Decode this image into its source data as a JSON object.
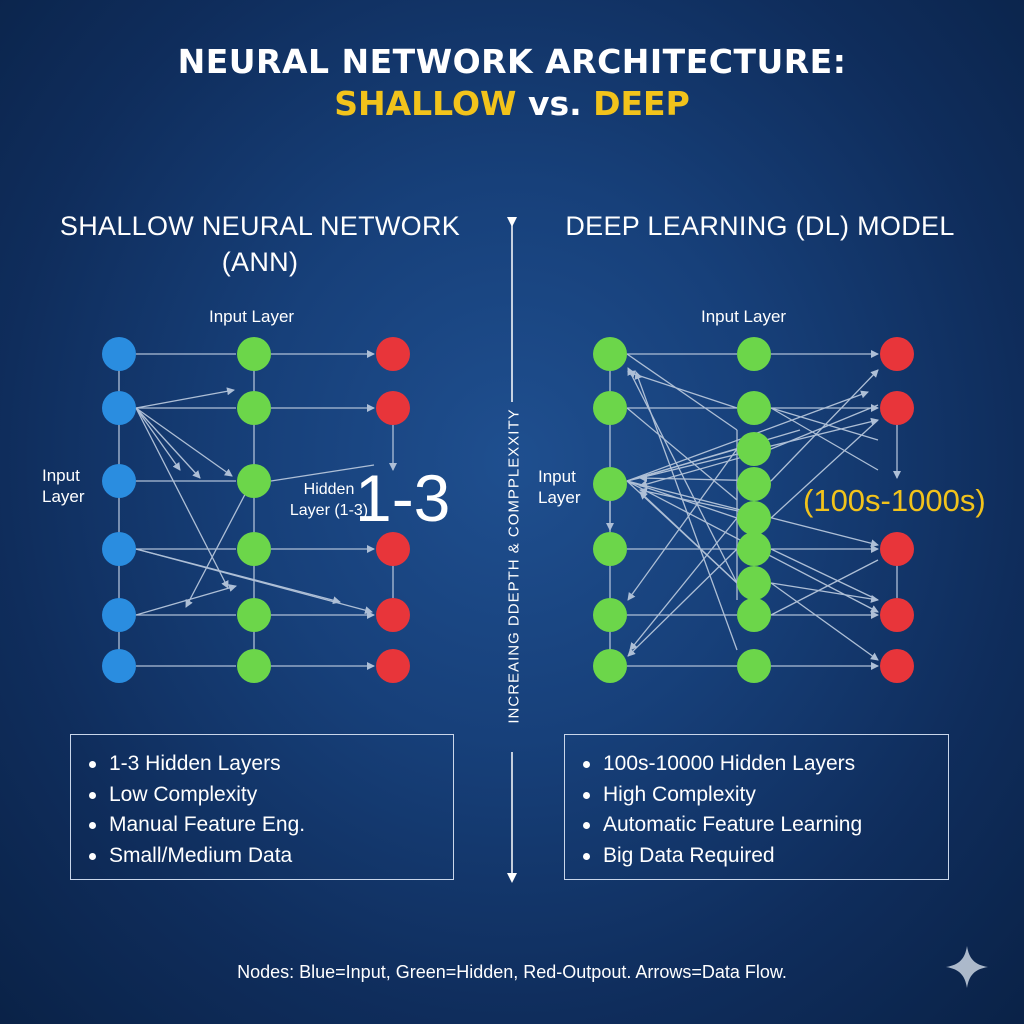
{
  "title": {
    "line1": "NEURAL NETWORK ARCHITECTURE:",
    "shallow": "SHALLOW",
    "vs": " vs. ",
    "deep": "DEEP"
  },
  "divider_text": "INCREAING DDEPTH & COMPPLEXXITY",
  "left_panel": {
    "title_line1": "SHALLOW NEURAL NETWORK",
    "title_line2": "(ANN)",
    "top_label": "Input Layer",
    "side_label_line1": "Input",
    "side_label_line2": "Layer",
    "hidden_label_line1": "Hidden",
    "hidden_label_line2": "Layer (1-3)",
    "big_label": "1-3",
    "features": [
      "1-3 Hidden Layers",
      "Low Complexity",
      "Manual Feature Eng.",
      "Small/Medium Data"
    ]
  },
  "right_panel": {
    "title": "DEEP LEARNING (DL) MODEL",
    "top_label": "Input Layer",
    "side_label_line1": "Input",
    "side_label_line2": "Layer",
    "big_label": "(100s-1000s)",
    "features": [
      "100s-10000 Hidden Layers",
      "High Complexity",
      "Automatic Feature Learning",
      "Big Data Required"
    ]
  },
  "caption": "Nodes: Blue=Input, Green=Hidden, Red-Outpout. Arrows=Data Flow.",
  "colors": {
    "input_node": "#2a8de0",
    "hidden_node": "#6cd64a",
    "output_node": "#e8353a",
    "accent_yellow": "#f2c31b",
    "background": "#17407a"
  },
  "icons": {
    "sparkle": "sparkle-icon",
    "divider_arrow_up": "arrow-up-icon",
    "divider_arrow_down": "arrow-down-icon"
  }
}
